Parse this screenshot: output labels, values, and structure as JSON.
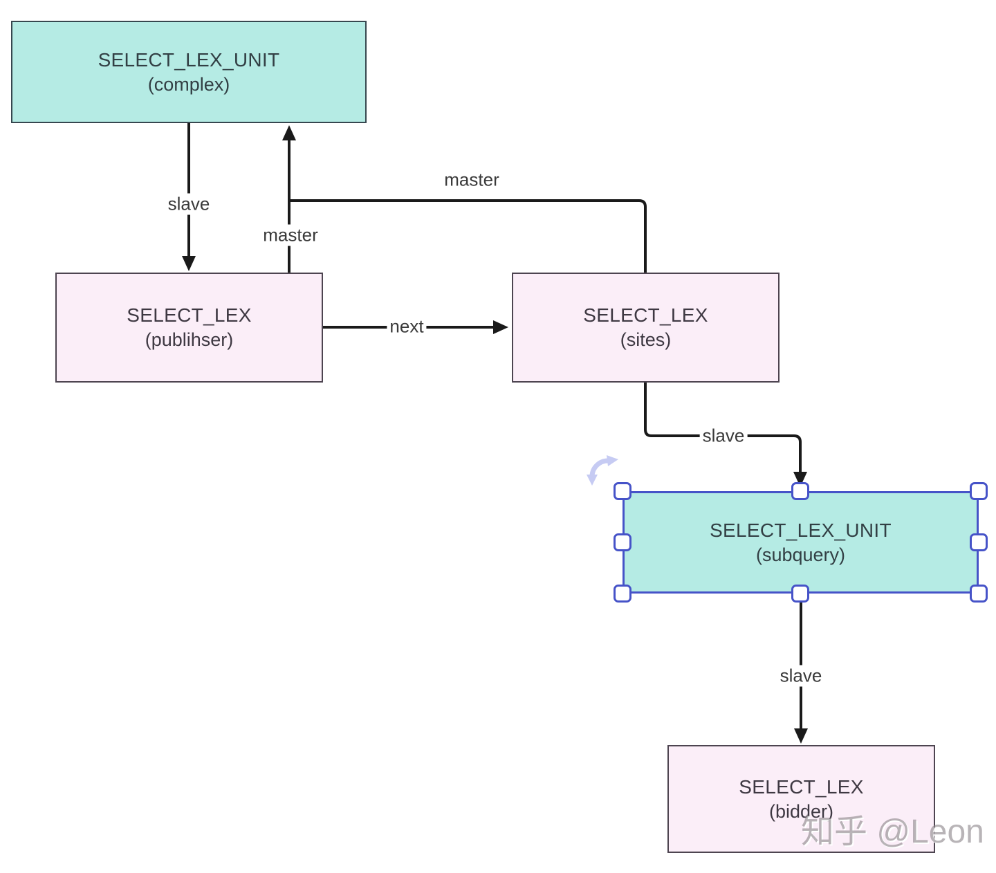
{
  "diagram": {
    "nodes": {
      "complex": {
        "title": "SELECT_LEX_UNIT",
        "subtitle": "(complex)",
        "kind": "unit"
      },
      "publisher": {
        "title": "SELECT_LEX",
        "subtitle": "(publihser)",
        "kind": "lex"
      },
      "sites": {
        "title": "SELECT_LEX",
        "subtitle": "(sites)",
        "kind": "lex"
      },
      "subquery": {
        "title": "SELECT_LEX_UNIT",
        "subtitle": "(subquery)",
        "kind": "unit"
      },
      "bidder": {
        "title": "SELECT_LEX",
        "subtitle": "(bidder)",
        "kind": "lex"
      }
    },
    "edges": {
      "slave_complex_publisher": {
        "label": "slave"
      },
      "master_publisher_complex": {
        "label": "master"
      },
      "master_sites_complex": {
        "label": "master"
      },
      "next_publisher_sites": {
        "label": "next"
      },
      "slave_sites_subquery": {
        "label": "slave"
      },
      "slave_subquery_bidder": {
        "label": "slave"
      }
    },
    "selection": {
      "selected_node": "subquery"
    },
    "colors": {
      "unit_fill": "#b5ebe4",
      "unit_border": "#37474f",
      "lex_fill": "#fbeef8",
      "lex_border": "#4d4450",
      "connector": "#1a1a1a",
      "selection_accent": "#4653c8",
      "rotate_handle": "#c6cbf3",
      "canvas_background": "#ffffff"
    }
  },
  "watermark": {
    "text": "知乎 @Leon"
  }
}
